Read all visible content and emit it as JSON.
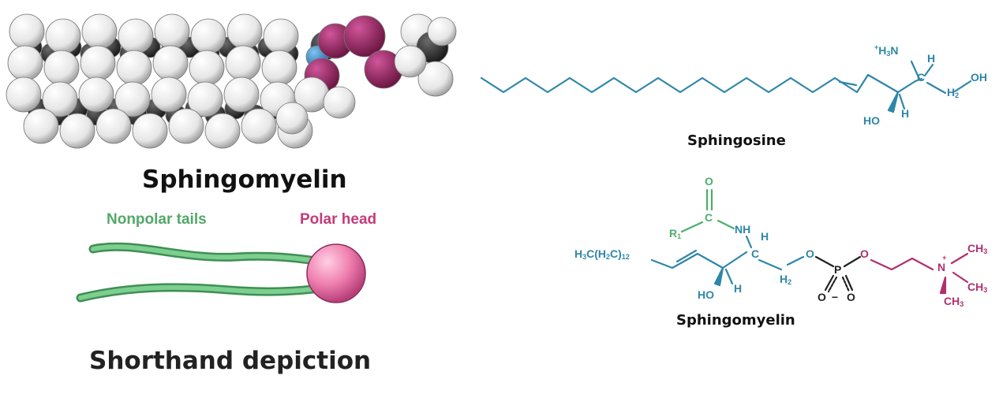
{
  "labels": {
    "space_fill_title": "Sphingomyelin",
    "nonpolar_tails": "Nonpolar tails",
    "polar_head": "Polar head",
    "shorthand": "Shorthand depiction",
    "sphingosine_title": "Sphingosine",
    "sphingomyelin_struct_title": "Sphingomyelin"
  },
  "sphingosine_atoms": {
    "nh3_plus": "+",
    "nh3_h": "H",
    "nh3_sub": "3",
    "nh3_n": "N",
    "h_top": "H",
    "c": "C",
    "oh": "OH",
    "ho": "HO",
    "h_lower": "H",
    "ch2_h": "H",
    "ch2_sub": "2"
  },
  "sphingomyelin_atoms": {
    "o_carbonyl": "O",
    "c_carbonyl": "C",
    "r": "R",
    "r_sub": "1",
    "nh": "NH",
    "h_nh": "H",
    "chain_prefix": "H",
    "chain_3": "3",
    "chain_c": "C(H",
    "chain_2": "2",
    "chain_c2": "C)",
    "chain_12": "12",
    "c_center": "C",
    "o_link": "O",
    "p": "P",
    "o_link2": "O",
    "n_plus": "N",
    "plus": "+",
    "ch3_a": "CH",
    "ch3_a_sub": "3",
    "ch3_b": "CH",
    "ch3_b_sub": "3",
    "ch3_c": "CH",
    "ch3_c_sub": "3",
    "ho": "HO",
    "h_lower": "H",
    "ch2_h": "H",
    "ch2_sub": "2",
    "o_minus": "O",
    "minus": "−",
    "o_double": "O",
    "h_top": "H"
  },
  "colors": {
    "teal": "#2e87a8",
    "green": "#4caf6a",
    "magenta": "#b0306e",
    "label_green": "#52a868",
    "label_magenta": "#c43a7a"
  }
}
